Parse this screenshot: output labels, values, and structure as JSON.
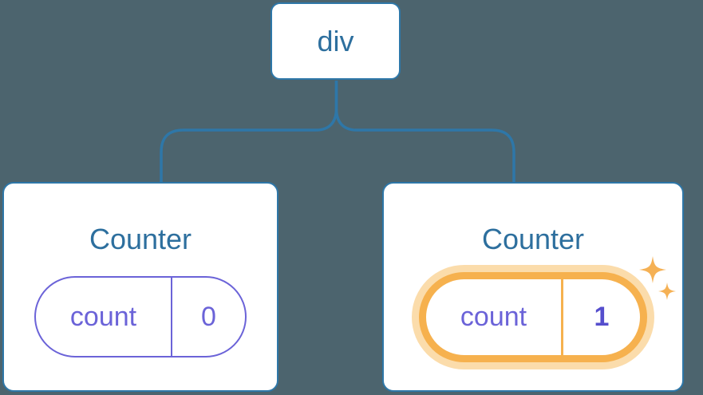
{
  "colors": {
    "background": "#4c646e",
    "node_border_blue": "#2e77a8",
    "node_text_blue": "#2d6f9e",
    "state_purple": "#6b63d8",
    "state_value_bold_purple": "#554ecd",
    "highlight_orange": "#f6b14e",
    "highlight_glow": "#fbdcab",
    "sparkle_orange": "#f5b155"
  },
  "tree": {
    "root": {
      "label": "div"
    },
    "children": [
      {
        "title": "Counter",
        "state_key": "count",
        "state_value": "0",
        "highlighted": false
      },
      {
        "title": "Counter",
        "state_key": "count",
        "state_value": "1",
        "highlighted": true
      }
    ]
  }
}
